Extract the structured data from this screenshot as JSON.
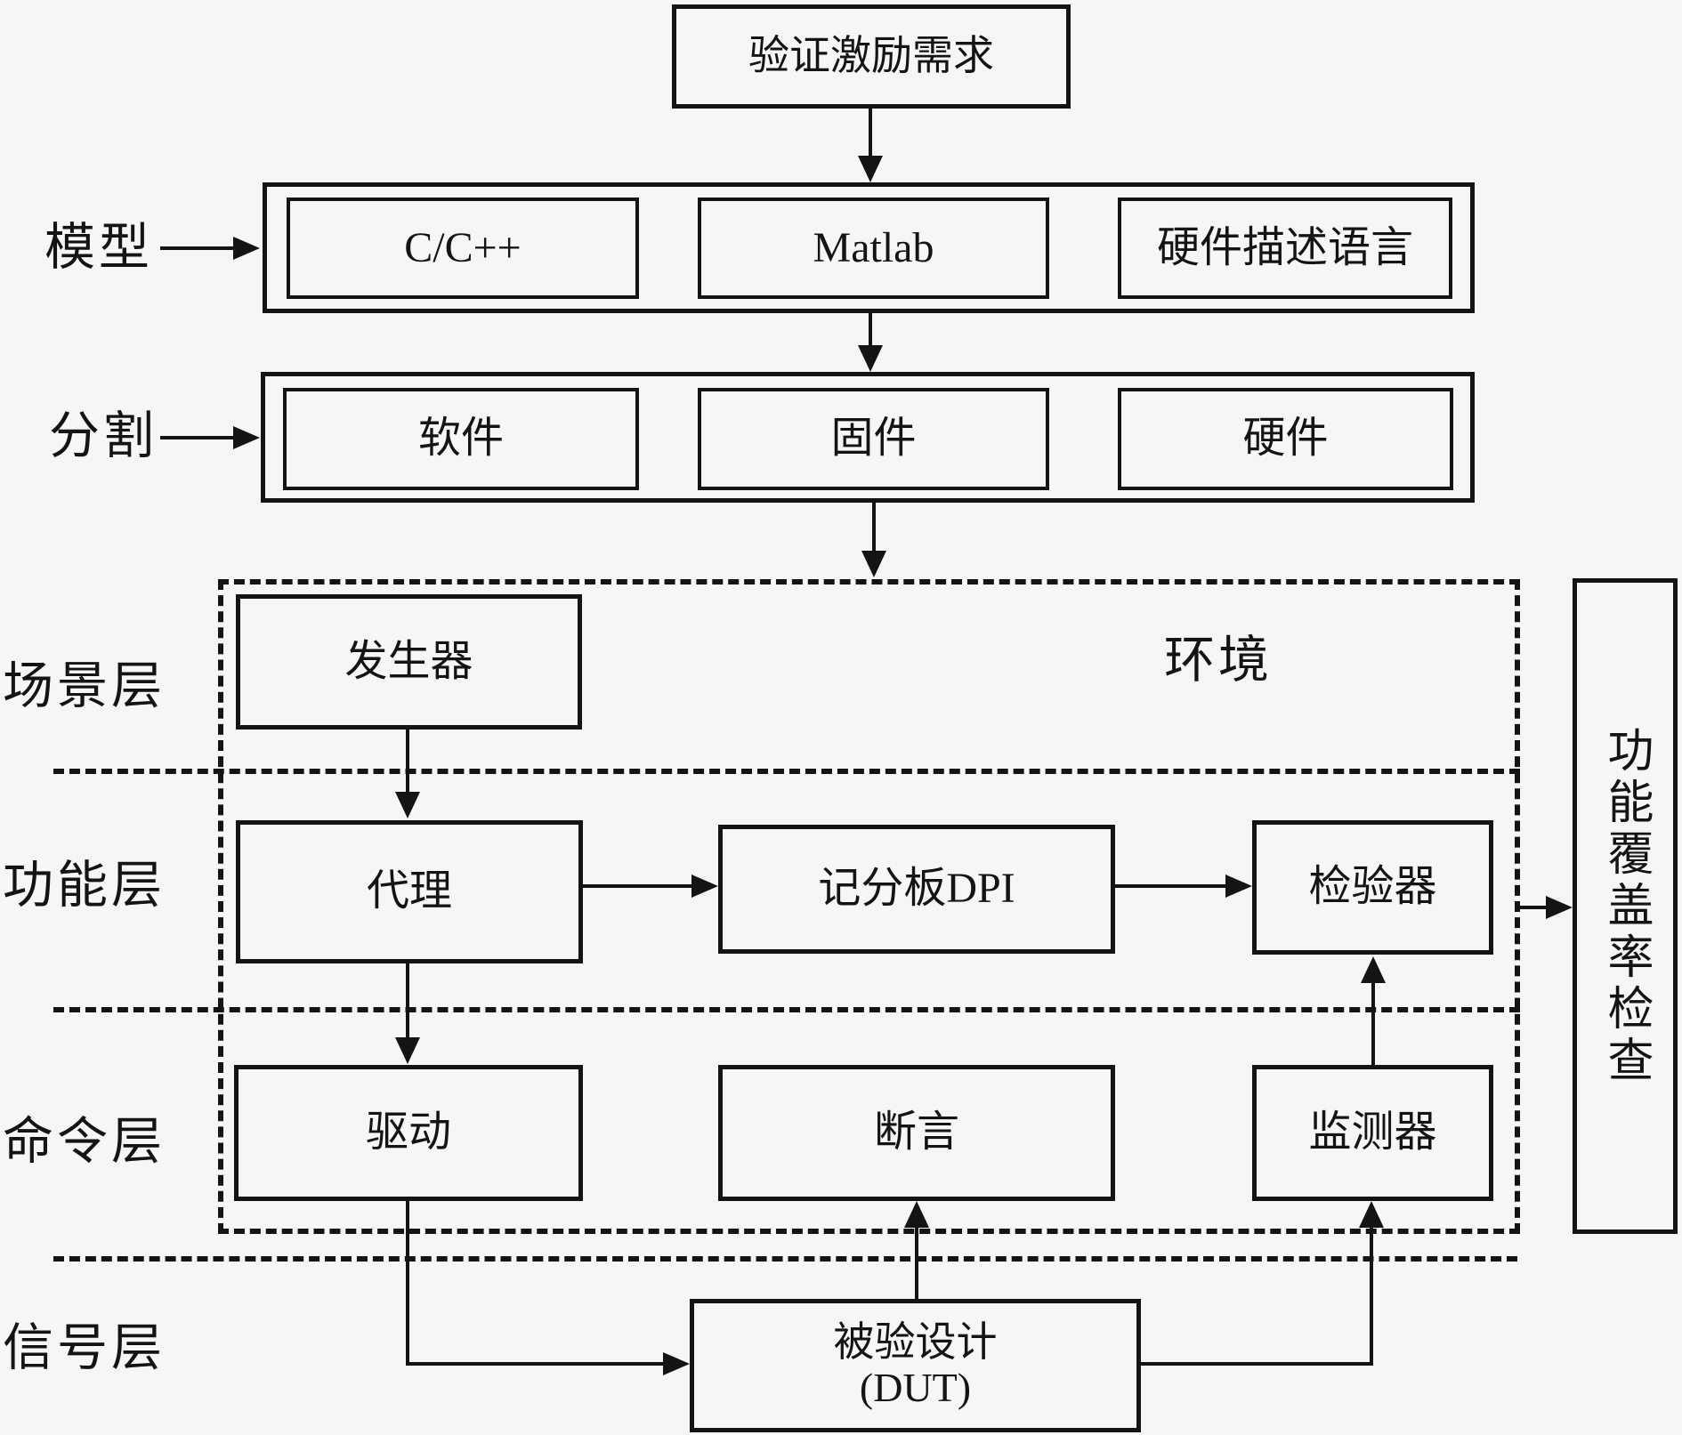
{
  "colors": {
    "background": "#f6f6f6",
    "line": "#141414"
  },
  "top_box": {
    "label": "验证激励需求"
  },
  "model_row": {
    "side_label": "模型",
    "items": [
      {
        "label": "C/C++"
      },
      {
        "label": "Matlab"
      },
      {
        "label": "硬件描述语言"
      }
    ]
  },
  "partition_row": {
    "side_label": "分割",
    "items": [
      {
        "label": "软件"
      },
      {
        "label": "固件"
      },
      {
        "label": "硬件"
      }
    ]
  },
  "layers": {
    "scenario": "场景层",
    "function": "功能层",
    "command": "命令层",
    "signal": "信号层"
  },
  "env": {
    "environment_label": "环境",
    "generator": "发生器",
    "agent": "代理",
    "scoreboard": "记分板DPI",
    "checker": "检验器",
    "driver": "驱动",
    "assertion": "断言",
    "monitor": "监测器"
  },
  "dut": {
    "line1": "被验设计",
    "line2": "(DUT)"
  },
  "coverage": {
    "label": "功能覆盖率检查"
  }
}
